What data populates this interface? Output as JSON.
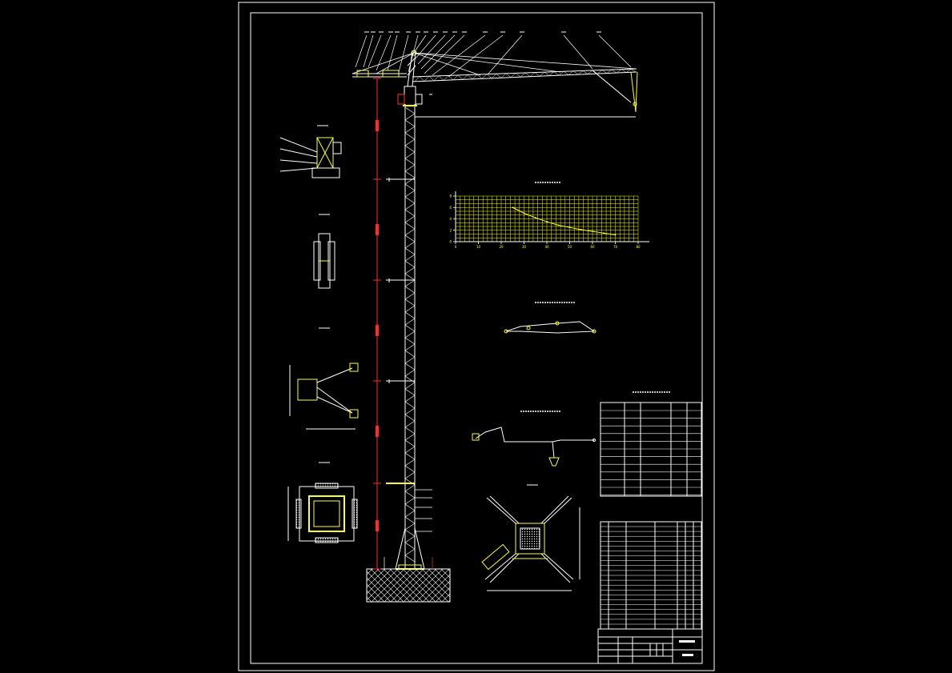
{
  "colors": {
    "background": "#000000",
    "frame": "#ffffff",
    "structure": "#ffffff",
    "highlight": "#ffff33",
    "dimension": "#ff2a2a",
    "grid": "#ffff00"
  },
  "chart_data": {
    "type": "line",
    "grid": true,
    "xlim": [
      0,
      80
    ],
    "ylim": [
      0,
      8
    ],
    "x_ticks": [
      0,
      10,
      20,
      30,
      40,
      50,
      60,
      70,
      80
    ],
    "y_ticks": [
      0,
      2,
      4,
      6,
      8
    ],
    "series": [
      {
        "x": [
          25,
          30,
          35,
          40,
          45,
          50,
          55,
          60,
          65,
          70
        ],
        "y": [
          6.0,
          5.0,
          4.2,
          3.5,
          2.9,
          2.5,
          2.1,
          1.8,
          1.5,
          1.2
        ]
      }
    ]
  }
}
